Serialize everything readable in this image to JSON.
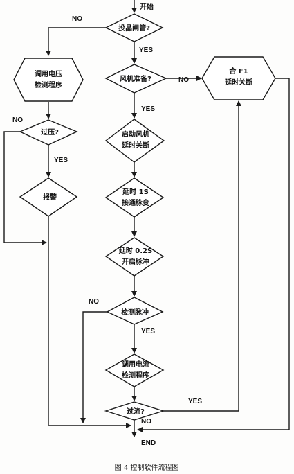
{
  "diagram": {
    "start": "开始",
    "end": "END",
    "caption": "图 4   控制软件流程图",
    "nodes": {
      "thyristor_check": "投晶闸管?",
      "voltage_detect_1": "调用电压",
      "voltage_detect_2": "检测程序",
      "fan_ready": "风机准备?",
      "close_f1_1": "合 F1",
      "close_f1_2": "延时关断",
      "overvoltage": "过压?",
      "start_fan_1": "启动风机",
      "start_fan_2": "延时关断",
      "delay1s_1": "延时 1S",
      "delay1s_2": "接通脉变",
      "alarm": "报警",
      "delay02s_1": "延时 0.2S",
      "delay02s_2": "开启脉冲",
      "detect_pulse": "检测脉冲",
      "current_detect_1": "调用电流",
      "current_detect_2": "检测程序",
      "overcurrent": "过流?"
    },
    "edge_labels": {
      "thyristor_no": "NO",
      "thyristor_yes": "YES",
      "fan_no": "NO",
      "fan_yes": "YES",
      "overvoltage_no": "NO",
      "overvoltage_yes": "YES",
      "pulse_no": "NO",
      "pulse_yes": "YES",
      "overcurrent_yes": "YES",
      "overcurrent_no": "NO"
    }
  }
}
